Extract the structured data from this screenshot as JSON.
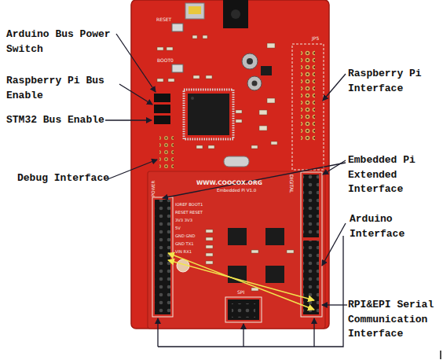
{
  "diagram": {
    "labels": [
      "Arduino Bus Power Switch",
      "Raspberry Pi Bus Enable",
      "STM32 Bus Enable",
      "Debug Interface",
      "Raspberry Pi Interface",
      "Embedded Pi Extended Interface",
      "Arduino Interface",
      "RPI&EPI Serial Communication Interface",
      "RESET",
      "BOOT0",
      "JP5",
      "WWW.COOCOX.ORG",
      "Embedded Pi V1.0",
      "DIGITAL",
      "POWER",
      "SPI",
      "IOREF BOOT1",
      "RESET RESET",
      "3V3 3V3",
      "5V",
      "GND GND",
      "GND TX1",
      "VIN RX1"
    ]
  }
}
